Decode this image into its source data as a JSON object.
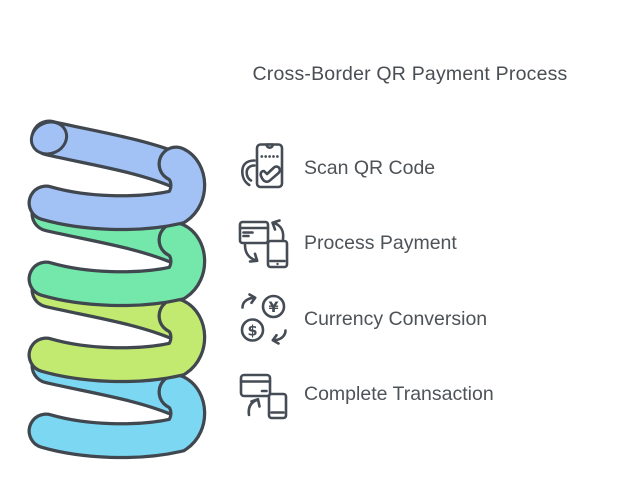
{
  "title": "Cross-Border QR Payment Process",
  "steps": [
    {
      "id": "scan",
      "label": "Scan QR Code",
      "icon": "scan-qr-code-icon"
    },
    {
      "id": "process",
      "label": "Process Payment",
      "icon": "process-payment-icon"
    },
    {
      "id": "currency",
      "label": "Currency Conversion",
      "icon": "currency-conversion-icon"
    },
    {
      "id": "complete",
      "label": "Complete Transaction",
      "icon": "complete-transaction-icon"
    }
  ],
  "currency_symbols": {
    "yen": "¥",
    "dollar": "$"
  },
  "spiral": {
    "coil_names": [
      "blue",
      "mint",
      "lime",
      "cyan"
    ],
    "coil_colors": [
      "#a2c2f6",
      "#74e8ab",
      "#c3ea70",
      "#7cd7f3"
    ],
    "outline_color": "#40474f"
  },
  "colors": {
    "background": "#ffffff",
    "title_text": "#4a4e53",
    "label_text": "#4e5358",
    "icon_stroke": "#454c55"
  }
}
